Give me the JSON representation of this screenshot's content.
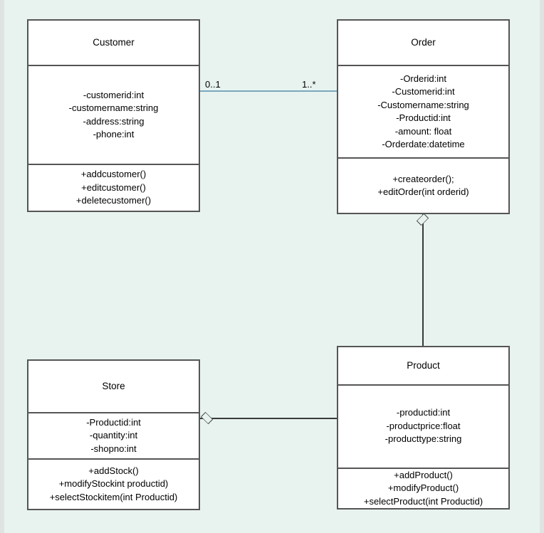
{
  "diagram": {
    "type": "uml-class-diagram",
    "background_color": "#e8f3f0",
    "box_fill": "#ffffff",
    "box_border_color": "#555555",
    "association_color": "#7aa8bd",
    "link_color": "#3a3a3a",
    "classes": [
      {
        "id": "customer",
        "name": "Customer",
        "attributes": [
          "-customerid:int",
          "-customername:string",
          "-address:string",
          "-phone:int"
        ],
        "operations": [
          "+addcustomer()",
          "+editcustomer()",
          "+deletecustomer()"
        ]
      },
      {
        "id": "order",
        "name": "Order",
        "attributes": [
          "-Orderid:int",
          "-Customerid:int",
          "-Customername:string",
          "-Productid:int",
          "-amount: float",
          "-Orderdate:datetime"
        ],
        "operations": [
          "+createorder();",
          "+editOrder(int orderid)"
        ]
      },
      {
        "id": "product",
        "name": "Product",
        "attributes": [
          "-productid:int",
          "-productprice:float",
          "-producttype:string"
        ],
        "operations": [
          "+addProduct()",
          "+modifyProduct()",
          "+selectProduct(int Productid)"
        ]
      },
      {
        "id": "store",
        "name": "Store",
        "attributes": [
          "-Productid:int",
          "-quantity:int",
          "-shopno:int"
        ],
        "operations": [
          "+addStock()",
          "+modifyStockint productid)",
          "+selectStockitem(int Productid)"
        ]
      }
    ],
    "relationships": [
      {
        "id": "customer-order",
        "kind": "association",
        "from": "customer",
        "to": "order",
        "source_multiplicity": "0..1",
        "target_multiplicity": "1..*"
      },
      {
        "id": "order-product",
        "kind": "aggregation",
        "from": "order",
        "to": "product",
        "diamond_end": "order"
      },
      {
        "id": "store-product",
        "kind": "aggregation",
        "from": "store",
        "to": "product",
        "diamond_end": "store"
      }
    ]
  }
}
